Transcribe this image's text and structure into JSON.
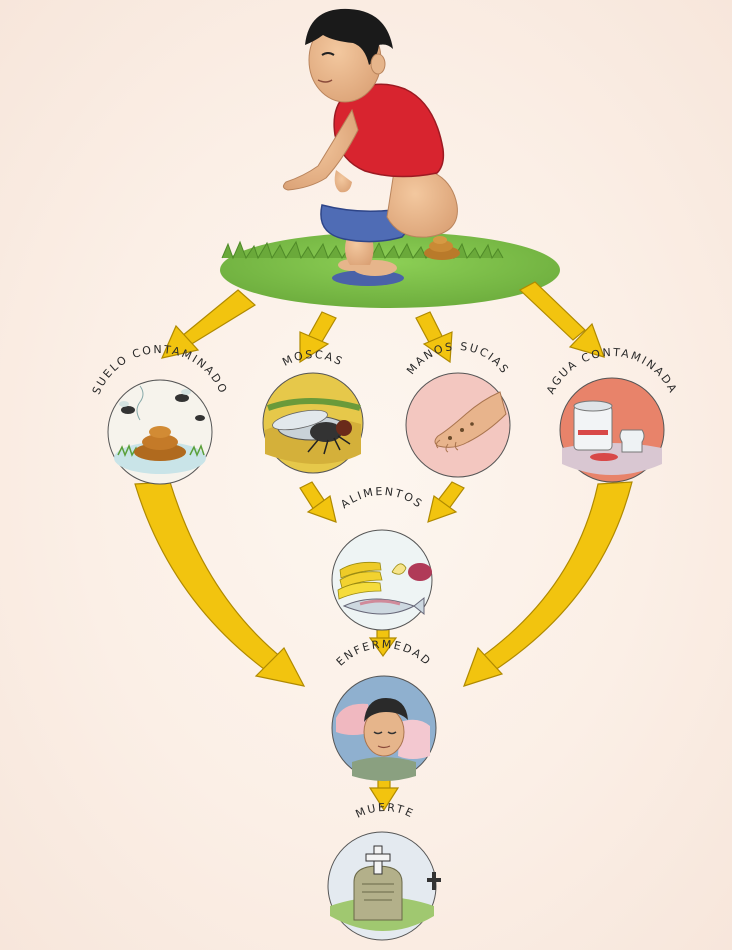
{
  "diagram": {
    "nodes": {
      "suelo": {
        "label": "SUELO CONTAMINADO"
      },
      "moscas": {
        "label": "MOSCAS"
      },
      "manos": {
        "label": "MANOS SUCIAS"
      },
      "agua": {
        "label": "AGUA CONTAMINADA"
      },
      "alimentos": {
        "label": "ALIMENTOS"
      },
      "enfermedad": {
        "label": "ENFERMEDAD"
      },
      "muerte": {
        "label": "MUERTE"
      }
    },
    "colors": {
      "arrow": "#f2c40f",
      "arrow_outline": "#b08a00",
      "grass": "#7cbf4a"
    },
    "icons": [
      "boy-defecating-illustration",
      "feces-icon",
      "fly-icon",
      "hand-icon",
      "bucket-icon",
      "food-icon",
      "sick-boy-icon",
      "grave-icon"
    ]
  }
}
